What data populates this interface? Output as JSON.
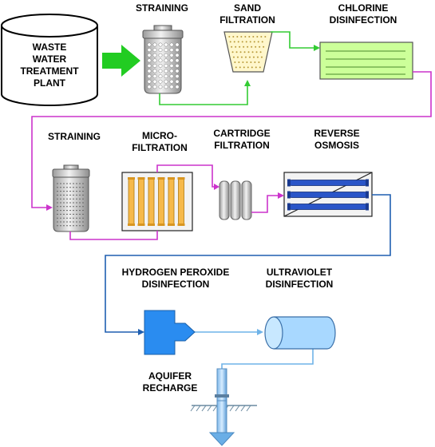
{
  "labels": {
    "waste_water_plant": [
      "WASTE",
      "WATER",
      "TREATMENT",
      "PLANT"
    ],
    "straining_1": [
      "STRAINING"
    ],
    "sand_filtration": [
      "SAND",
      "FILTRATION"
    ],
    "chlorine_disinfection": [
      "CHLORINE",
      "DISINFECTION"
    ],
    "straining_2": [
      "STRAINING"
    ],
    "micro_filtration": [
      "MICRO-",
      "FILTRATION"
    ],
    "cartridge_filtration": [
      "CARTRIDGE",
      "FILTRATION"
    ],
    "reverse_osmosis": [
      "REVERSE",
      "OSMOSIS"
    ],
    "hydrogen_peroxide_disinfection": [
      "HYDROGEN PEROXIDE",
      "DISINFECTION"
    ],
    "ultraviolet_disinfection": [
      "ULTRAVIOLET",
      "DISINFECTION"
    ],
    "aquifer_recharge": [
      "AQUIFER",
      "RECHARGE"
    ]
  },
  "colors": {
    "stage1_flow": "#33cc33",
    "stage2_flow": "#cc33cc",
    "stage3_flow": "#1f5fb0",
    "entry_arrow": "#22cc22",
    "chlorine_tank": "#ccff99",
    "sand_filter": "#fff7cc",
    "membrane": "#f6b94a",
    "ro_tube": "#2a55c8",
    "peroxide_unit": "#2a8cf0",
    "uv_cylinder": "#a8d8ff"
  }
}
